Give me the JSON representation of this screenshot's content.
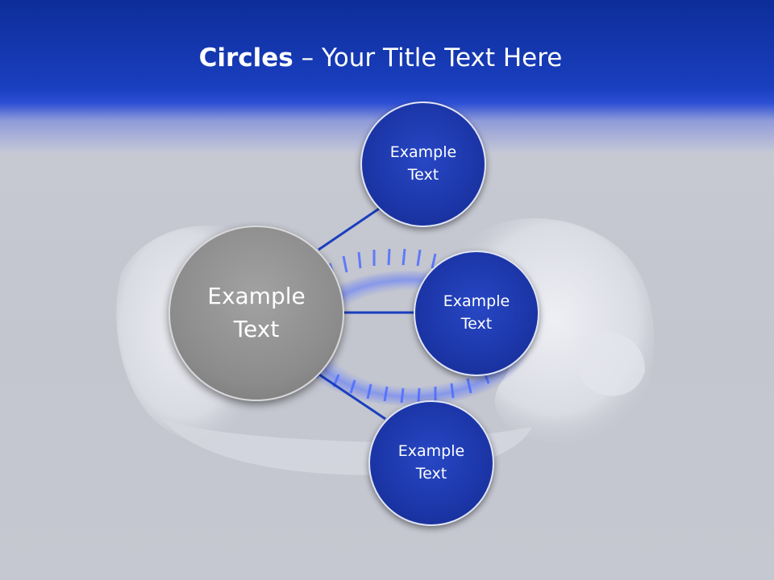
{
  "slide": {
    "title_bold": "Circles",
    "title_rest": " – Your Title Text Here"
  },
  "diagram": {
    "center": {
      "label": "Example Text"
    },
    "satellites": [
      {
        "label": "Example Text"
      },
      {
        "label": "Example Text"
      },
      {
        "label": "Example Text"
      }
    ]
  },
  "colors": {
    "header_blue": "#1a3fbf",
    "circle_blue": "#1c36a8",
    "center_gray": "#8b8b8b",
    "connector": "#1a3fbf",
    "background": "#c3c5cf"
  }
}
